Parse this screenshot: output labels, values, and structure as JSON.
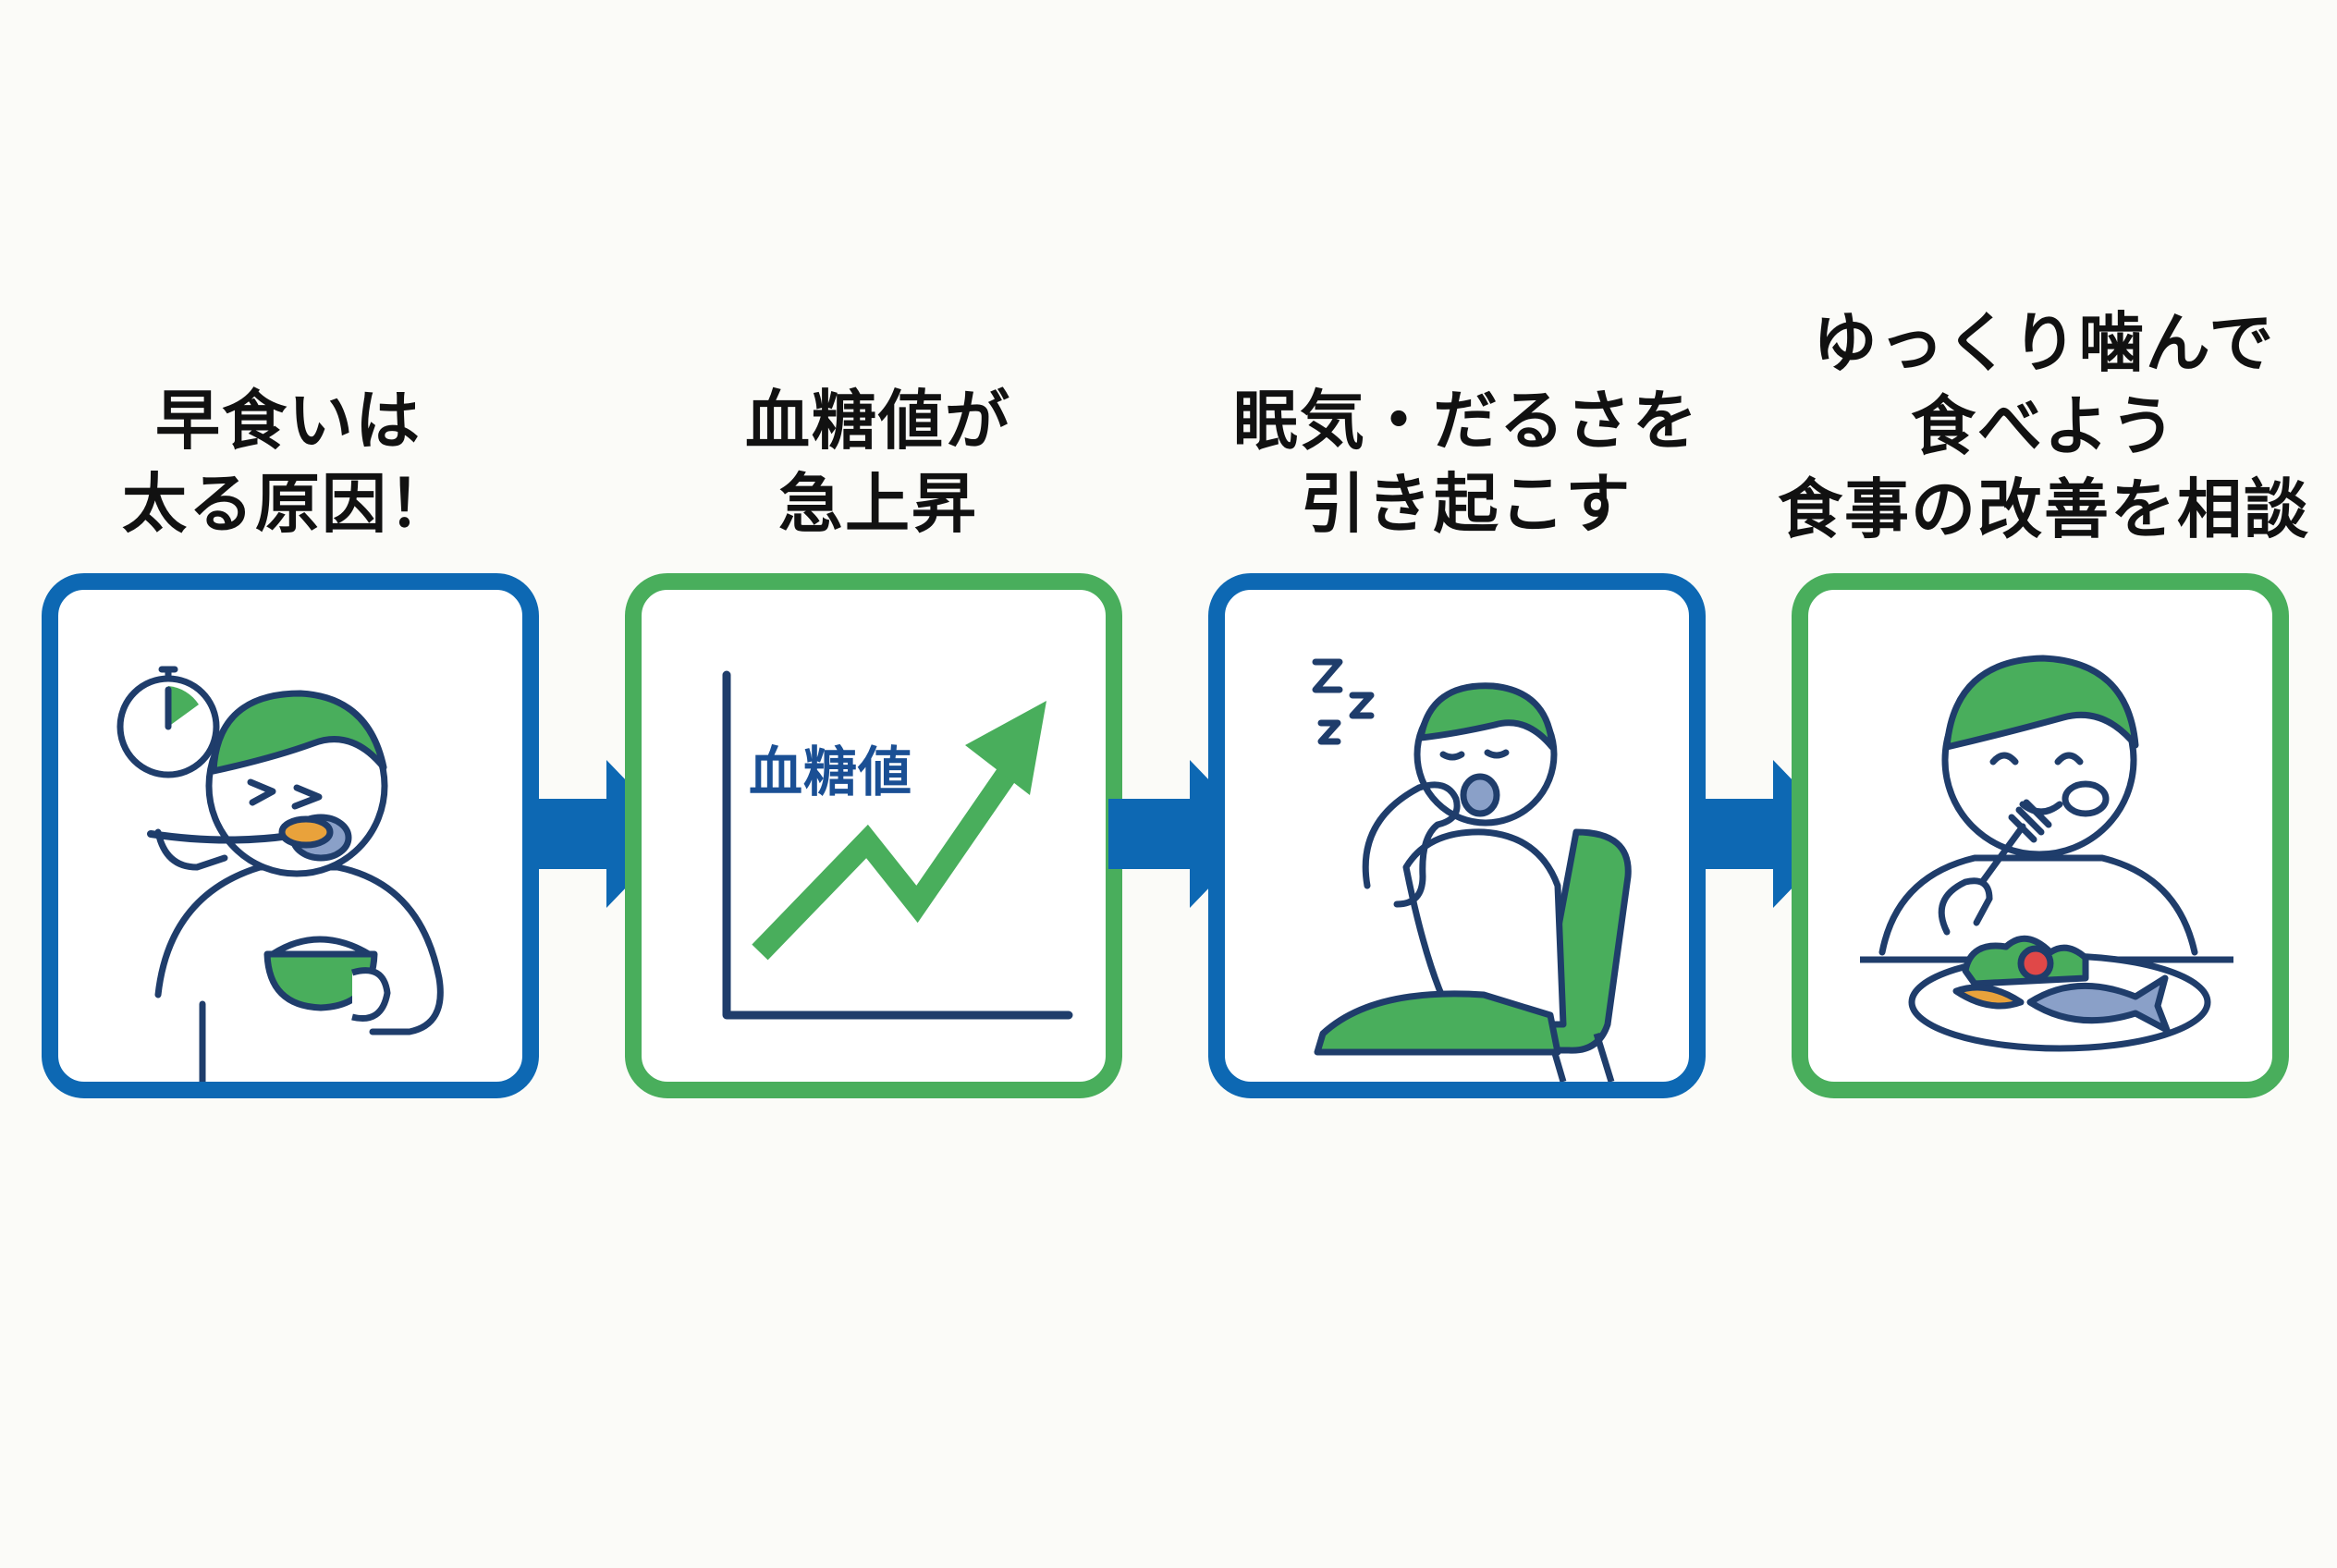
{
  "steps": [
    {
      "lines": [
        "早食いは",
        "太る原因！"
      ],
      "scene": "fast-eating",
      "frame_color": "#0d68b3"
    },
    {
      "lines": [
        "血糖値が",
        "急上昇"
      ],
      "scene": "blood-sugar-rise",
      "frame_color": "#49ae5c",
      "chart_label": "血糖値"
    },
    {
      "lines": [
        "眠気・だるさを",
        "引き起こす"
      ],
      "scene": "drowsiness",
      "frame_color": "#0d68b3"
    },
    {
      "lines": [
        "ゆっくり噛んで",
        "食べよう",
        "食事の改善を相談"
      ],
      "scene": "slow-eating",
      "frame_color": "#49ae5c"
    }
  ],
  "colors": {
    "blue": "#0d68b3",
    "green": "#49ae5c",
    "navy_line": "#1f3d6b",
    "background": "#fbfbf8"
  },
  "icons": [
    "stopwatch-icon",
    "rice-bowl-icon",
    "spoon-icon",
    "trend-arrow-icon",
    "zzz-icon",
    "chair-icon",
    "fork-icon",
    "fish-icon",
    "carrot-icon",
    "tomato-icon",
    "lettuce-icon",
    "arrow-right-icon"
  ]
}
